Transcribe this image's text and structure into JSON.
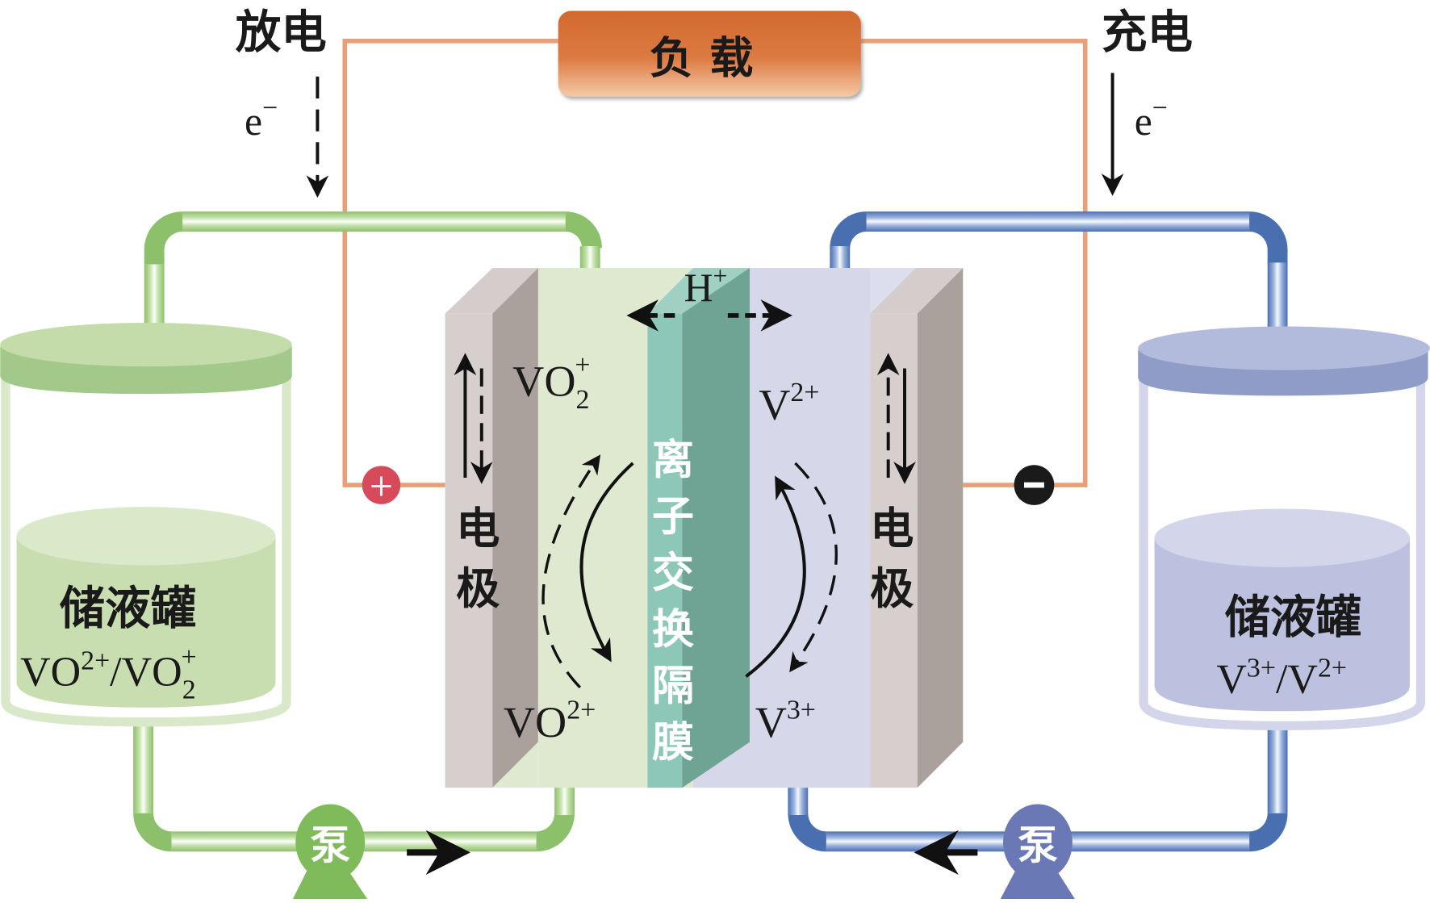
{
  "diagram": {
    "title_topic": "全钒液流电池工作原理",
    "load": {
      "label": "负载",
      "color": "#d9733a"
    },
    "discharge": {
      "label": "放电",
      "electron": "e",
      "electron_sup": "−",
      "arrow_style": "dashed"
    },
    "charge": {
      "label": "充电",
      "electron": "e",
      "electron_sup": "−",
      "arrow_style": "solid"
    },
    "positive_terminal": {
      "symbol": "+",
      "color": "#d64a5a"
    },
    "negative_terminal": {
      "symbol": "−",
      "color": "#1a1a1a"
    },
    "wire_color": "#e8a07a",
    "cell": {
      "left_electrode": {
        "label_line1": "电",
        "label_line2": "极"
      },
      "right_electrode": {
        "label_line1": "电",
        "label_line2": "极"
      },
      "membrane": {
        "label": [
          "离",
          "子",
          "交",
          "换",
          "隔",
          "膜"
        ],
        "color": "#6fa394"
      },
      "proton": {
        "base": "H",
        "sup": "+"
      },
      "positive_half": {
        "top_species": {
          "base": "VO",
          "sub": "2",
          "sup": "+"
        },
        "bottom_species": {
          "base": "VO",
          "sup": "2+"
        },
        "color": "#dfe9cf"
      },
      "negative_half": {
        "top_species": {
          "base": "V",
          "sup": "2+"
        },
        "bottom_species": {
          "base": "V",
          "sup": "3+"
        },
        "color": "#d6d8e9"
      }
    },
    "left_tank": {
      "label": "储液罐",
      "species": {
        "a_base": "VO",
        "a_sup": "2+",
        "slash": "/",
        "b_base": "VO",
        "b_sub": "2",
        "b_sup": "+"
      },
      "color": "#a4c98b"
    },
    "right_tank": {
      "label": "储液罐",
      "species": {
        "a_base": "V",
        "a_sup": "3+",
        "slash": "/",
        "b_base": "V",
        "b_sup": "2+"
      },
      "color": "#8f9cc8"
    },
    "left_pump": {
      "label": "泵",
      "color": "#7fbb5a"
    },
    "right_pump": {
      "label": "泵",
      "color": "#6a78b5"
    }
  }
}
